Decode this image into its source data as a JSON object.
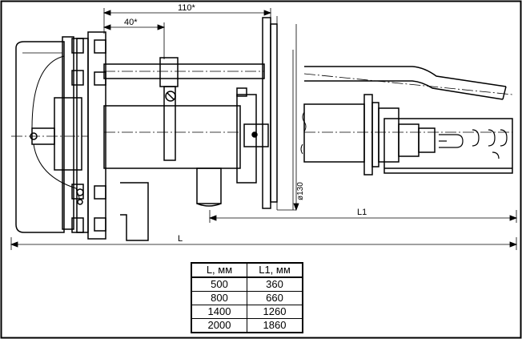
{
  "dimensions": {
    "overall_length": "L",
    "insert_length": "L1",
    "flange_offset": "110*",
    "nut_offset": "40*",
    "flange_diameter": "ø130"
  },
  "table": {
    "headers": [
      "L, мм",
      "L1, мм"
    ],
    "rows": [
      [
        "500",
        "360"
      ],
      [
        "800",
        "660"
      ],
      [
        "1400",
        "1260"
      ],
      [
        "2000",
        "1860"
      ]
    ]
  }
}
